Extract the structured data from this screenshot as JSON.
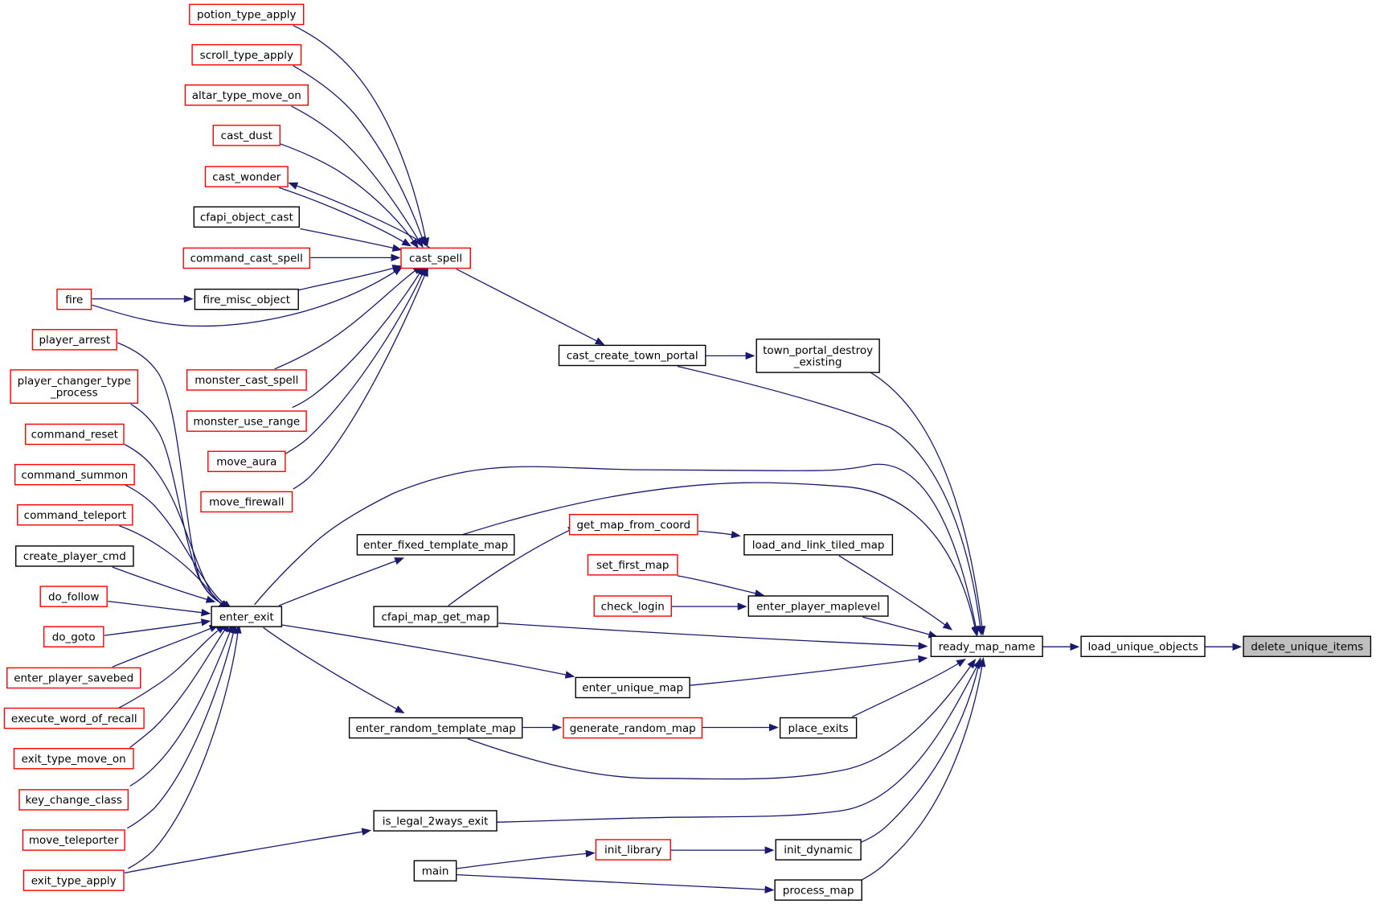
{
  "graph": {
    "colors": {
      "edge": "#191970",
      "border_red": "#ff0000",
      "border_black": "#000000",
      "focus_fill": "#bfbfbf"
    },
    "nodes": {
      "potion_type_apply": {
        "label": [
          "potion_type_apply"
        ],
        "style": "red"
      },
      "scroll_type_apply": {
        "label": [
          "scroll_type_apply"
        ],
        "style": "red"
      },
      "altar_type_move_on": {
        "label": [
          "altar_type_move_on"
        ],
        "style": "red"
      },
      "cast_dust": {
        "label": [
          "cast_dust"
        ],
        "style": "red"
      },
      "cast_wonder": {
        "label": [
          "cast_wonder"
        ],
        "style": "red"
      },
      "cfapi_object_cast": {
        "label": [
          "cfapi_object_cast"
        ],
        "style": "black"
      },
      "command_cast_spell": {
        "label": [
          "command_cast_spell"
        ],
        "style": "red"
      },
      "fire": {
        "label": [
          "fire"
        ],
        "style": "red"
      },
      "fire_misc_object": {
        "label": [
          "fire_misc_object"
        ],
        "style": "black"
      },
      "player_arrest": {
        "label": [
          "player_arrest"
        ],
        "style": "red"
      },
      "player_changer_type_process": {
        "label": [
          "player_changer_type",
          "_process"
        ],
        "style": "red"
      },
      "command_reset": {
        "label": [
          "command_reset"
        ],
        "style": "red"
      },
      "command_summon": {
        "label": [
          "command_summon"
        ],
        "style": "red"
      },
      "command_teleport": {
        "label": [
          "command_teleport"
        ],
        "style": "red"
      },
      "create_player_cmd": {
        "label": [
          "create_player_cmd"
        ],
        "style": "black"
      },
      "do_follow": {
        "label": [
          "do_follow"
        ],
        "style": "red"
      },
      "do_goto": {
        "label": [
          "do_goto"
        ],
        "style": "red"
      },
      "enter_player_savebed": {
        "label": [
          "enter_player_savebed"
        ],
        "style": "red"
      },
      "execute_word_of_recall": {
        "label": [
          "execute_word_of_recall"
        ],
        "style": "red"
      },
      "exit_type_move_on": {
        "label": [
          "exit_type_move_on"
        ],
        "style": "red"
      },
      "key_change_class": {
        "label": [
          "key_change_class"
        ],
        "style": "red"
      },
      "move_teleporter": {
        "label": [
          "move_teleporter"
        ],
        "style": "red"
      },
      "exit_type_apply": {
        "label": [
          "exit_type_apply"
        ],
        "style": "red"
      },
      "cast_spell": {
        "label": [
          "cast_spell"
        ],
        "style": "red"
      },
      "monster_cast_spell": {
        "label": [
          "monster_cast_spell"
        ],
        "style": "red"
      },
      "monster_use_range": {
        "label": [
          "monster_use_range"
        ],
        "style": "red"
      },
      "move_aura": {
        "label": [
          "move_aura"
        ],
        "style": "red"
      },
      "move_firewall": {
        "label": [
          "move_firewall"
        ],
        "style": "red"
      },
      "enter_exit": {
        "label": [
          "enter_exit"
        ],
        "style": "black"
      },
      "enter_fixed_template_map": {
        "label": [
          "enter_fixed_template_map"
        ],
        "style": "black"
      },
      "cfapi_map_get_map": {
        "label": [
          "cfapi_map_get_map"
        ],
        "style": "black"
      },
      "enter_random_template_map": {
        "label": [
          "enter_random_template_map"
        ],
        "style": "black"
      },
      "is_legal_2ways_exit": {
        "label": [
          "is_legal_2ways_exit"
        ],
        "style": "black"
      },
      "main": {
        "label": [
          "main"
        ],
        "style": "black"
      },
      "cast_create_town_portal": {
        "label": [
          "cast_create_town_portal"
        ],
        "style": "black"
      },
      "get_map_from_coord": {
        "label": [
          "get_map_from_coord"
        ],
        "style": "red"
      },
      "set_first_map": {
        "label": [
          "set_first_map"
        ],
        "style": "red"
      },
      "check_login": {
        "label": [
          "check_login"
        ],
        "style": "red"
      },
      "enter_unique_map": {
        "label": [
          "enter_unique_map"
        ],
        "style": "black"
      },
      "generate_random_map": {
        "label": [
          "generate_random_map"
        ],
        "style": "red"
      },
      "init_library": {
        "label": [
          "init_library"
        ],
        "style": "red"
      },
      "town_portal_destroy_existing": {
        "label": [
          "town_portal_destroy",
          "_existing"
        ],
        "style": "black"
      },
      "load_and_link_tiled_map": {
        "label": [
          "load_and_link_tiled_map"
        ],
        "style": "black"
      },
      "enter_player_maplevel": {
        "label": [
          "enter_player_maplevel"
        ],
        "style": "black"
      },
      "place_exits": {
        "label": [
          "place_exits"
        ],
        "style": "black"
      },
      "init_dynamic": {
        "label": [
          "init_dynamic"
        ],
        "style": "black"
      },
      "process_map": {
        "label": [
          "process_map"
        ],
        "style": "black"
      },
      "ready_map_name": {
        "label": [
          "ready_map_name"
        ],
        "style": "black"
      },
      "load_unique_objects": {
        "label": [
          "load_unique_objects"
        ],
        "style": "black"
      },
      "delete_unique_items": {
        "label": [
          "delete_unique_items"
        ],
        "style": "focus"
      }
    },
    "edges": [
      [
        "potion_type_apply",
        "cast_spell"
      ],
      [
        "scroll_type_apply",
        "cast_spell"
      ],
      [
        "altar_type_move_on",
        "cast_spell"
      ],
      [
        "cast_dust",
        "cast_spell"
      ],
      [
        "cast_wonder",
        "cast_spell"
      ],
      [
        "cast_spell",
        "cast_wonder"
      ],
      [
        "cfapi_object_cast",
        "cast_spell"
      ],
      [
        "command_cast_spell",
        "cast_spell"
      ],
      [
        "fire",
        "fire_misc_object"
      ],
      [
        "fire",
        "cast_spell"
      ],
      [
        "fire_misc_object",
        "cast_spell"
      ],
      [
        "monster_cast_spell",
        "cast_spell"
      ],
      [
        "monster_use_range",
        "cast_spell"
      ],
      [
        "move_aura",
        "cast_spell"
      ],
      [
        "move_firewall",
        "cast_spell"
      ],
      [
        "cast_spell",
        "cast_create_town_portal"
      ],
      [
        "player_arrest",
        "enter_exit"
      ],
      [
        "player_changer_type_process",
        "enter_exit"
      ],
      [
        "command_reset",
        "enter_exit"
      ],
      [
        "command_summon",
        "enter_exit"
      ],
      [
        "command_teleport",
        "enter_exit"
      ],
      [
        "create_player_cmd",
        "enter_exit"
      ],
      [
        "do_follow",
        "enter_exit"
      ],
      [
        "do_goto",
        "enter_exit"
      ],
      [
        "enter_player_savebed",
        "enter_exit"
      ],
      [
        "execute_word_of_recall",
        "enter_exit"
      ],
      [
        "exit_type_move_on",
        "enter_exit"
      ],
      [
        "key_change_class",
        "enter_exit"
      ],
      [
        "move_teleporter",
        "enter_exit"
      ],
      [
        "exit_type_apply",
        "enter_exit"
      ],
      [
        "exit_type_apply",
        "is_legal_2ways_exit"
      ],
      [
        "enter_exit",
        "enter_fixed_template_map"
      ],
      [
        "enter_exit",
        "enter_unique_map"
      ],
      [
        "enter_exit",
        "enter_random_template_map"
      ],
      [
        "enter_exit",
        "ready_map_name"
      ],
      [
        "enter_fixed_template_map",
        "ready_map_name"
      ],
      [
        "cfapi_map_get_map",
        "get_map_from_coord"
      ],
      [
        "cfapi_map_get_map",
        "ready_map_name"
      ],
      [
        "enter_random_template_map",
        "generate_random_map"
      ],
      [
        "enter_random_template_map",
        "ready_map_name"
      ],
      [
        "is_legal_2ways_exit",
        "ready_map_name"
      ],
      [
        "main",
        "init_library"
      ],
      [
        "main",
        "process_map"
      ],
      [
        "cast_create_town_portal",
        "town_portal_destroy_existing"
      ],
      [
        "cast_create_town_portal",
        "ready_map_name"
      ],
      [
        "get_map_from_coord",
        "load_and_link_tiled_map"
      ],
      [
        "set_first_map",
        "enter_player_maplevel"
      ],
      [
        "check_login",
        "enter_player_maplevel"
      ],
      [
        "enter_unique_map",
        "ready_map_name"
      ],
      [
        "generate_random_map",
        "place_exits"
      ],
      [
        "init_library",
        "init_dynamic"
      ],
      [
        "town_portal_destroy_existing",
        "ready_map_name"
      ],
      [
        "load_and_link_tiled_map",
        "ready_map_name"
      ],
      [
        "enter_player_maplevel",
        "ready_map_name"
      ],
      [
        "place_exits",
        "ready_map_name"
      ],
      [
        "init_dynamic",
        "ready_map_name"
      ],
      [
        "process_map",
        "ready_map_name"
      ],
      [
        "ready_map_name",
        "load_unique_objects"
      ],
      [
        "load_unique_objects",
        "delete_unique_items"
      ]
    ]
  }
}
